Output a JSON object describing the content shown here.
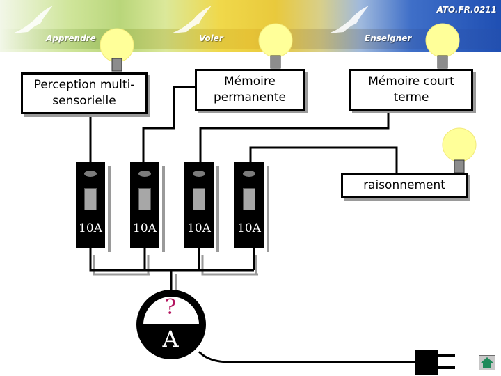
{
  "header": {
    "nav": [
      "Apprendre",
      "Voler",
      "Enseigner"
    ],
    "brand": "ATO.FR.0211"
  },
  "boxes": {
    "perception": "Perception multi-\nsensorielle",
    "memoire_permanente": "Mémoire\npermanente",
    "memoire_court_terme": "Mémoire court\nterme",
    "raisonnement": "raisonnement"
  },
  "breakers": [
    {
      "rating": "10A"
    },
    {
      "rating": "10A"
    },
    {
      "rating": "10A"
    },
    {
      "rating": "10A"
    }
  ],
  "ammeter": {
    "reading": "?",
    "unit": "A"
  },
  "colors": {
    "wire": "#000000",
    "wire_shadow": "#9a9a9a",
    "bulb": "#ffff99",
    "bulb_base": "#8c8c8c",
    "meter_reading": "#b3145f"
  },
  "icons": [
    "bird-logo-icon",
    "lamp-bulb-icon",
    "power-plug-icon",
    "home-icon"
  ]
}
